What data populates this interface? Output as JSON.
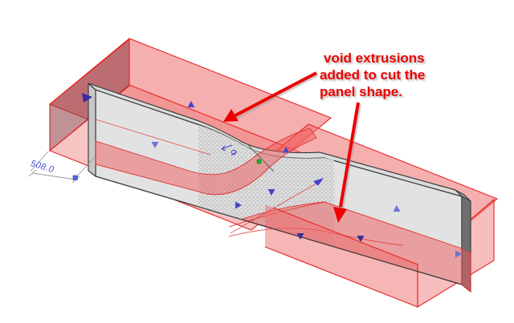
{
  "annotation": {
    "line1": "void extrusions",
    "line2": "added to cut the",
    "line3": "panel shape.",
    "full_text": "void extrusions added to cut the panel shape."
  },
  "dimension": {
    "value": "508.0"
  },
  "colors": {
    "annotation_red": "#ec0000",
    "void_edge": "#e82020",
    "void_fill_light": "#f5a6a6",
    "void_end_face": "#c08589",
    "panel_face": "#e2e2e2",
    "panel_top_band": "#d8d8d8",
    "panel_edge": "#3f3f3f",
    "panel_end_cap": "#6e6e6e",
    "marker_blue": "#4545cc",
    "marker_blue_dark": "#332f9a",
    "marker_blue_light": "#7070d8",
    "dimension_blue": "#4050d8",
    "dimension_grip_blue": "#5566e0",
    "sketch_green": "#22aa22",
    "background": "#ffffff"
  },
  "icons": {
    "face_marker": "face-orientation-marker",
    "workplane": "workplane-icon",
    "grip": "dimension-grip"
  }
}
